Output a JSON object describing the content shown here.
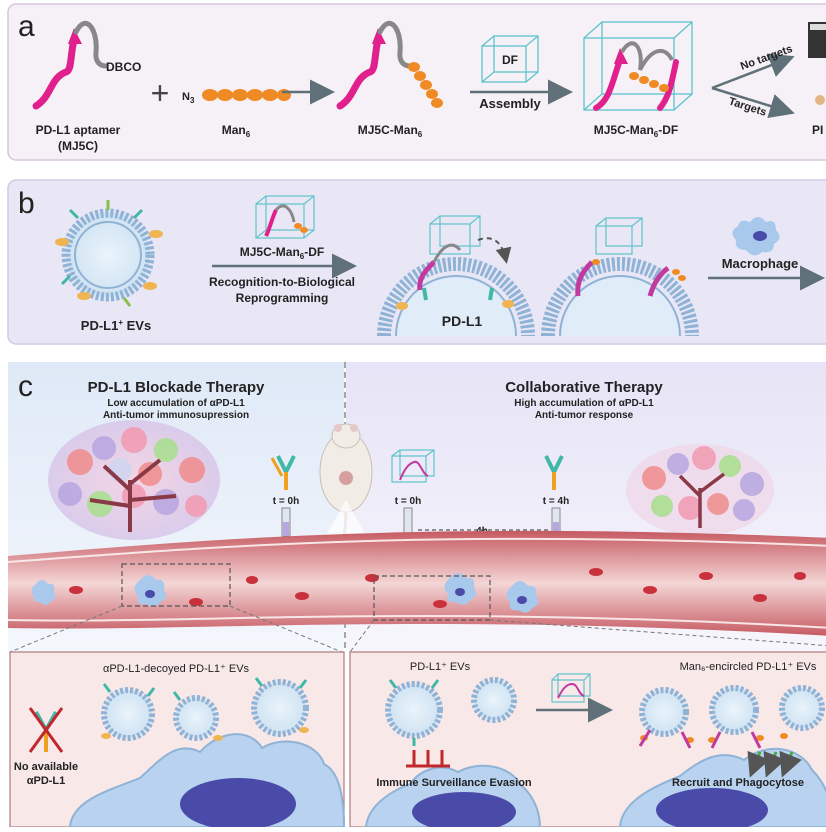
{
  "panel_a": {
    "letter": "a",
    "dbco": "DBCO",
    "aptamer_label_1": "PD-L1 aptamer",
    "aptamer_label_2": "(MJ5C)",
    "n3": "N",
    "n3_sub": "3",
    "man6_base": "Man",
    "man6_sub": "6",
    "mj5c_man6_base": "MJ5C-Man",
    "mj5c_man6_sub": "6",
    "df_box": "DF",
    "assembly": "Assembly",
    "final_base": "MJ5C-Man",
    "final_sub": "6",
    "final_suffix": "-DF",
    "no_targets": "No targets",
    "targets": "Targets",
    "cut_label": "PI"
  },
  "panel_b": {
    "letter": "b",
    "evs_base": "PD-L1",
    "evs_sup": "+",
    "evs_suffix": " EVs",
    "reagent_base": "MJ5C-Man",
    "reagent_sub": "6",
    "reagent_suffix": "-DF",
    "process_1": "Recognition-to-Biological",
    "process_2": "Reprogramming",
    "pdl1": "PD-L1",
    "macrophage": "Macrophage"
  },
  "panel_c": {
    "letter": "c",
    "left_title": "PD-L1 Blockade Therapy",
    "left_sub_1": "Low accumulation of αPD-L1",
    "left_sub_2": "Anti-tumor immunosupression",
    "right_title": "Collaborative Therapy",
    "right_sub_1": "High accumulation of αPD-L1",
    "right_sub_2": "Anti-tumor response",
    "t0_left": "t = 0h",
    "t0_mid": "t = 0h",
    "t4": "t = 4h",
    "interval": "4h",
    "decoy_label": "αPD-L1-decoyed PD-L1⁺ EVs",
    "no_avail_1": "No available",
    "no_avail_2": "αPD-L1",
    "evs_label": "PD-L1⁺ EVs",
    "encircled_label": "Man₆-encircled PD-L1⁺ EVs",
    "evasion": "Immune Surveillance Evasion",
    "recruit": "Recruit and Phagocytose"
  },
  "colors": {
    "aptamer": "#e0208c",
    "man6": "#f08a24",
    "df": "#5ec4cc",
    "panel_a_bg": "#f6f0f7",
    "panel_b_bg": "#e9e7f5",
    "vessel": "#b54a54",
    "cell": "#a9c9ec",
    "nucleus": "#4a4aa8"
  }
}
